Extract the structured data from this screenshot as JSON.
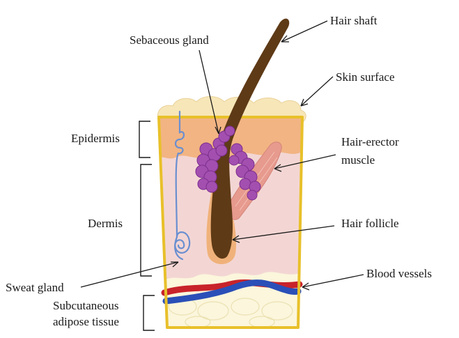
{
  "labels": {
    "hair_shaft": "Hair shaft",
    "sebaceous_gland": "Sebaceous gland",
    "skin_surface": "Skin surface",
    "epidermis": "Epidermis",
    "hair_erector_line1": "Hair-erector",
    "hair_erector_line2": "muscle",
    "dermis": "Dermis",
    "hair_follicle": "Hair follicle",
    "sweat_gland": "Sweat gland",
    "blood_vessels": "Blood vessels",
    "subcutaneous_line1": "Subcutaneous",
    "subcutaneous_line2": "adipose tissue"
  },
  "colors": {
    "dermis": "#f3d6d4",
    "epidermis": "#f2b483",
    "surface": "#f7e6b8",
    "adipose": "#fbf6dc",
    "border": "#e8c02a",
    "hair": "#5e3a16",
    "follicle": "#f0b27a",
    "gland": "#a34fb0",
    "muscle": "#e79a8e",
    "sweat": "#6a8fd0",
    "artery": "#c8232b",
    "vein": "#2a4fb8"
  }
}
